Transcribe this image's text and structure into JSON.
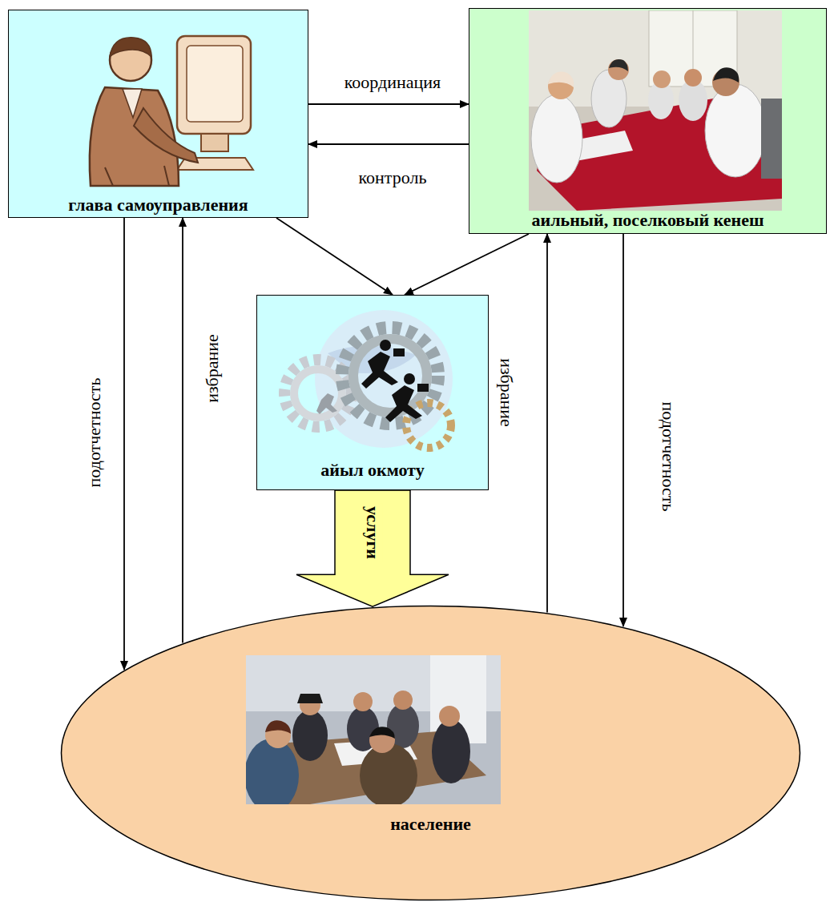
{
  "diagram": {
    "nodes": [
      {
        "text": [
          "глава самоуправления"
        ]
      },
      {
        "text": [
          "аильный, поселковый кенеш"
        ]
      },
      {
        "text": [
          "айыл окмоту"
        ]
      },
      {
        "text": [
          "население"
        ]
      }
    ],
    "edges": [
      {
        "from": 0,
        "to": 1,
        "arrow": "to",
        "label": "координация"
      },
      {
        "from": 1,
        "to": 0,
        "arrow": "to",
        "label": "контроль"
      },
      {
        "from": 0,
        "to": 2,
        "arrow": "to"
      },
      {
        "from": 1,
        "to": 2,
        "arrow": "to"
      },
      {
        "from": 0,
        "to": 3,
        "arrow": "to",
        "label": "подотчетность"
      },
      {
        "from": 3,
        "to": 0,
        "arrow": "to",
        "label": "избрание"
      },
      {
        "from": 3,
        "to": 1,
        "arrow": "to",
        "label": "избрание"
      },
      {
        "from": 1,
        "to": 3,
        "arrow": "to",
        "label": "подотчетность"
      },
      {
        "from": 2,
        "to": 3,
        "arrow": "to",
        "label": "услуги"
      }
    ]
  }
}
